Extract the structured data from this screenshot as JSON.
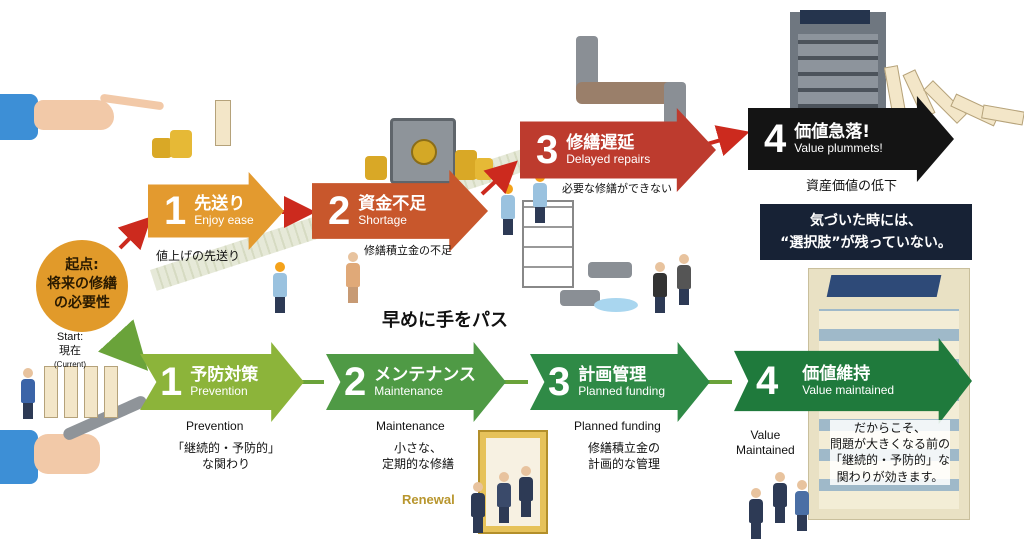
{
  "start": {
    "title_line1": "起点:",
    "title_line2": "将来の修繕",
    "title_line3": "の必要性",
    "en_line1": "Start:",
    "en_line2": "現在",
    "en_line3": "(Current)"
  },
  "bad_path": [
    {
      "num": "1",
      "jp": "先送り",
      "en": "Enjoy ease",
      "caption": "値上げの先送り",
      "color": "#e39a2f"
    },
    {
      "num": "2",
      "jp": "資金不足",
      "en": "Shortage",
      "caption": "修繕積立金の不足",
      "color": "#c8572c"
    },
    {
      "num": "3",
      "jp": "修繕遅延",
      "en": "Delayed repairs",
      "caption": "必要な修繕ができない",
      "color": "#bd3b2e"
    },
    {
      "num": "4",
      "jp": "価値急落!",
      "en": "Value plummets!",
      "caption": "資産価値の低下",
      "color": "#141414"
    }
  ],
  "good_path": [
    {
      "num": "1",
      "jp": "予防対策",
      "en": "Prevention",
      "caption_en": "Prevention",
      "caption_line1": "「継続的・予防的」",
      "caption_line2": "な関わり",
      "color": "#8cb43a"
    },
    {
      "num": "2",
      "jp": "メンテナンス",
      "en": "Maintenance",
      "caption_en": "Maintenance",
      "caption_line1": "小さな、",
      "caption_line2": "定期的な修繕",
      "color": "#4f9a45"
    },
    {
      "num": "3",
      "jp": "計画管理",
      "en": "Planned funding",
      "caption_en": "Planned funding",
      "caption_line1": "修繕積立金の",
      "caption_line2": "計画的な管理",
      "color": "#2f8a46"
    },
    {
      "num": "4",
      "jp": "価値維持",
      "en": "Value maintained",
      "caption_en_line1": "Value",
      "caption_en_line2": "Maintained",
      "caption_line1": "だからこそ、",
      "caption_line2": "問題が大きくなる前の",
      "caption_line3": "「継続的・予防的」な",
      "caption_line4": "関わりが効きます。",
      "color": "#1f7a3c"
    }
  ],
  "callout": {
    "line1": "気づいた時には、",
    "line2": "“選択肢”が残っていない。"
  },
  "handoff": "早めに手をパス",
  "renewal": "Renewal"
}
